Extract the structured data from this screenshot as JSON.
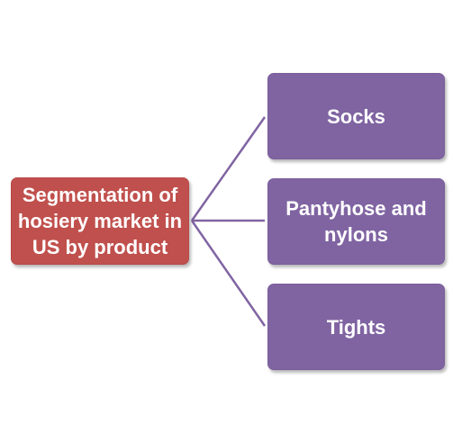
{
  "diagram": {
    "root": {
      "label": "Segmentation of hosiery market in US by product",
      "color": "#c0504d"
    },
    "children": [
      {
        "label": "Socks"
      },
      {
        "label": "Pantyhose and nylons"
      },
      {
        "label": "Tights"
      }
    ],
    "child_color": "#8064a2",
    "connector_color": "#8064a2"
  }
}
